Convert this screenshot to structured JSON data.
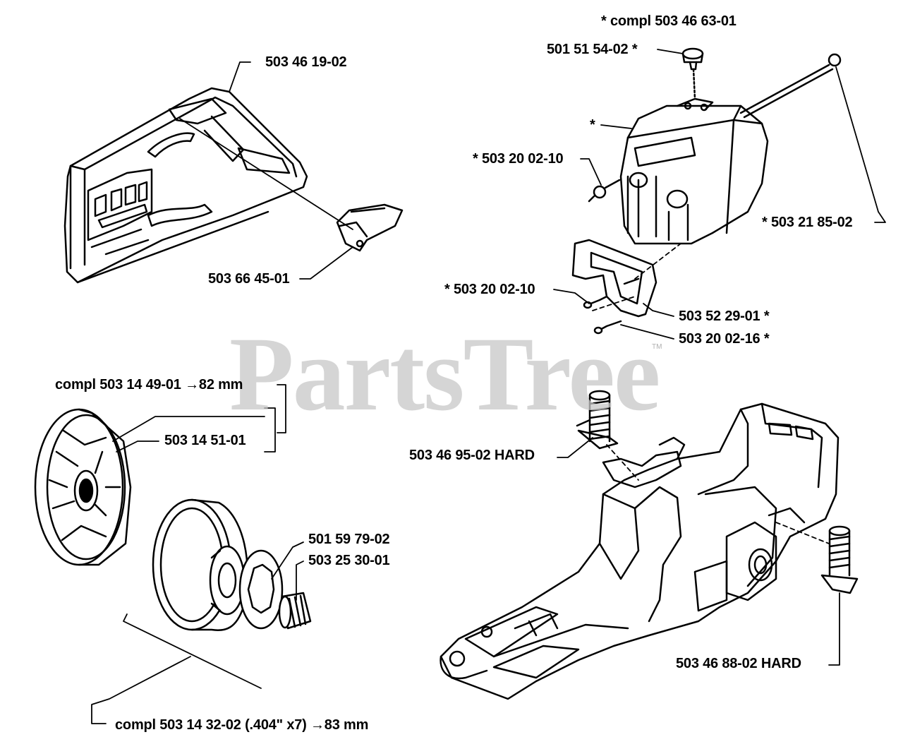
{
  "watermark": {
    "text": "PartsTree",
    "tm": "TM"
  },
  "labels": {
    "cover": "503 46 19-02",
    "cover_plate": "503 66 45-01",
    "muffler_compl": "*  compl 503 46 63-01",
    "muffler_cap": "501 51 54-02  *",
    "muffler_body": "*",
    "muffler_nut": "*  503 20 02-10",
    "muffler_bolt": "*  503 21 85-02",
    "gasket_screw": "*  503 20 02-10",
    "gasket": "503 52 29-01  *",
    "gasket_screw2": "503 20 02-16  *",
    "clutch_compl": "compl 503 14 49-01 →82 mm",
    "clutch_spring": "503 14 51-01",
    "washer": "501 59 79-02",
    "bearing": "503 25 30-01",
    "drum_compl": "compl 503 14 32-02 (.404\" x7) →83 mm",
    "av_front": "503 46 95-02 HARD",
    "av_rear": "503 46 88-02 HARD"
  },
  "colors": {
    "ink": "#000000",
    "watermark": "#c8c8c8",
    "bg": "#ffffff"
  }
}
